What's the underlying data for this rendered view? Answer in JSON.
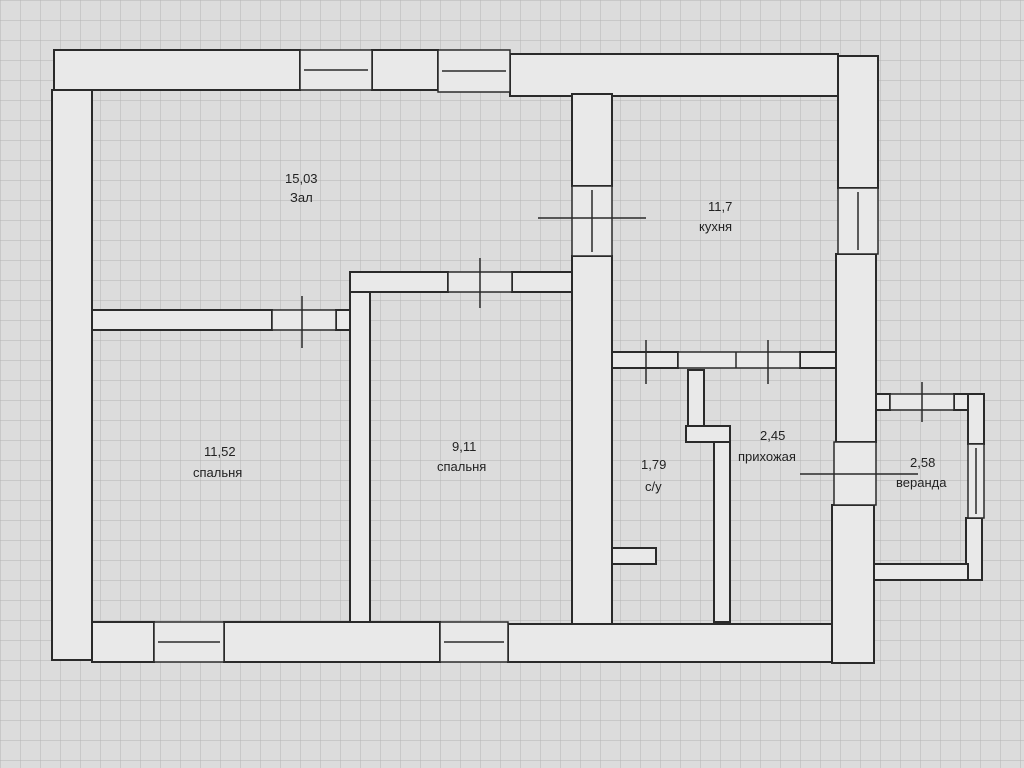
{
  "rooms": [
    {
      "key": "zal",
      "area": "15,03",
      "name": "Зал"
    },
    {
      "key": "kitchen",
      "area": "11,7",
      "name": "кухня"
    },
    {
      "key": "bedroom1",
      "area": "11,52",
      "name": "спальня"
    },
    {
      "key": "bedroom2",
      "area": "9,11",
      "name": "спальня"
    },
    {
      "key": "wc",
      "area": "1,79",
      "name": "с/у"
    },
    {
      "key": "hall",
      "area": "2,45",
      "name": "прихожая"
    },
    {
      "key": "veranda",
      "area": "2,58",
      "name": "веранда"
    }
  ],
  "colors": {
    "wall_fill": "#e9e9e9",
    "wall_stroke": "#2a2a2a",
    "grid": "#b4b4b4",
    "background": "#dcdcdc"
  }
}
